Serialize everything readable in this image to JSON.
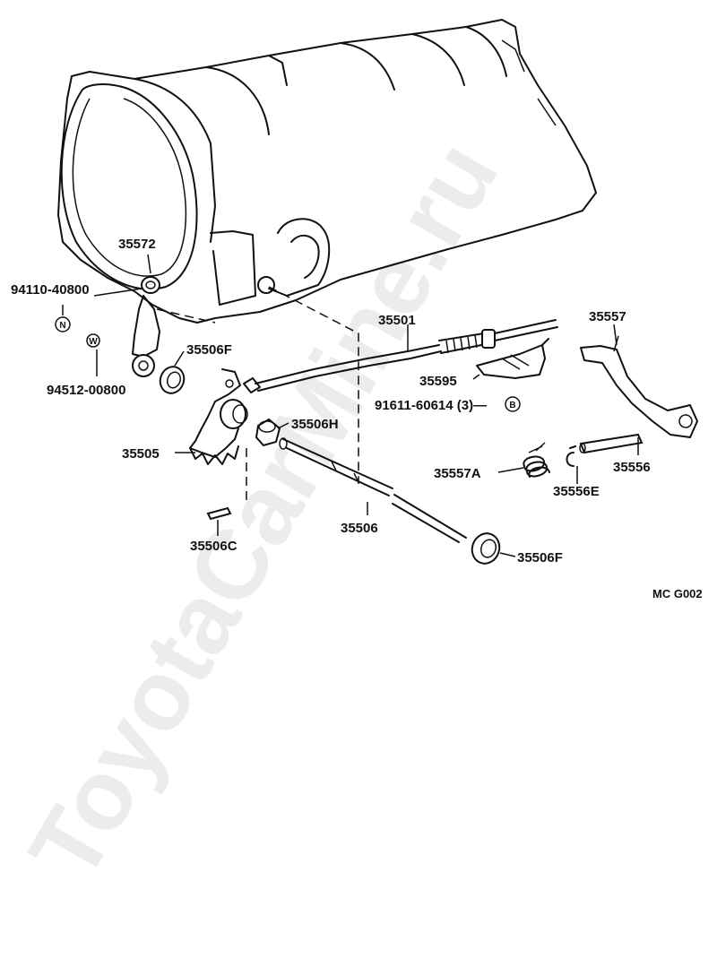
{
  "watermark": "ToyotaCarMine.ru",
  "figure_code": "MC G002",
  "parts": {
    "p35572": "35572",
    "p94110": "94110-40800",
    "p94512": "94512-00800",
    "p35506F_top": "35506F",
    "p35505": "35505",
    "p35506H": "35506H",
    "p35506C": "35506C",
    "p35506": "35506",
    "p35506F_bottom": "35506F",
    "p35501": "35501",
    "p35595": "35595",
    "p91611": "91611-60614 (3)—",
    "p35557": "35557",
    "p35557A": "35557A",
    "p35556": "35556",
    "p35556E": "35556E"
  },
  "symbols": {
    "n": "N",
    "w": "W",
    "b": "B"
  }
}
